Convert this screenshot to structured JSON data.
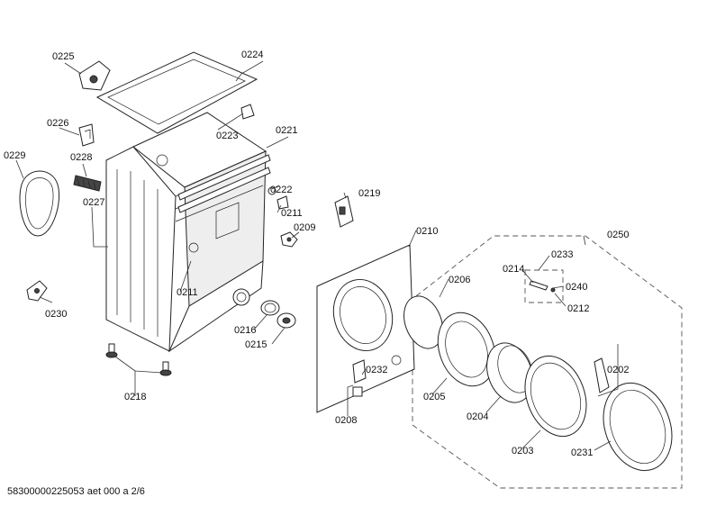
{
  "labels": {
    "p0225": "0225",
    "p0224": "0224",
    "p0226": "0226",
    "p0223": "0223",
    "p0221": "0221",
    "p0229": "0229",
    "p0228": "0228",
    "p0227": "0227",
    "p0222": "0222",
    "p0211a": "0211",
    "p0209": "0209",
    "p0219": "0219",
    "p0210": "0210",
    "p0250": "0250",
    "p0233": "0233",
    "p0214": "0214",
    "p0240": "0240",
    "p0212": "0212",
    "p0206": "0206",
    "p0211b": "0211",
    "p0216": "0216",
    "p0215": "0215",
    "p0230": "0230",
    "p0218": "0218",
    "p0232": "0232",
    "p0205": "0205",
    "p0202": "0202",
    "p0204": "0204",
    "p0208": "0208",
    "p0203": "0203",
    "p0231": "0231"
  },
  "footer": "58300000225053 aet 000 a 2/6"
}
